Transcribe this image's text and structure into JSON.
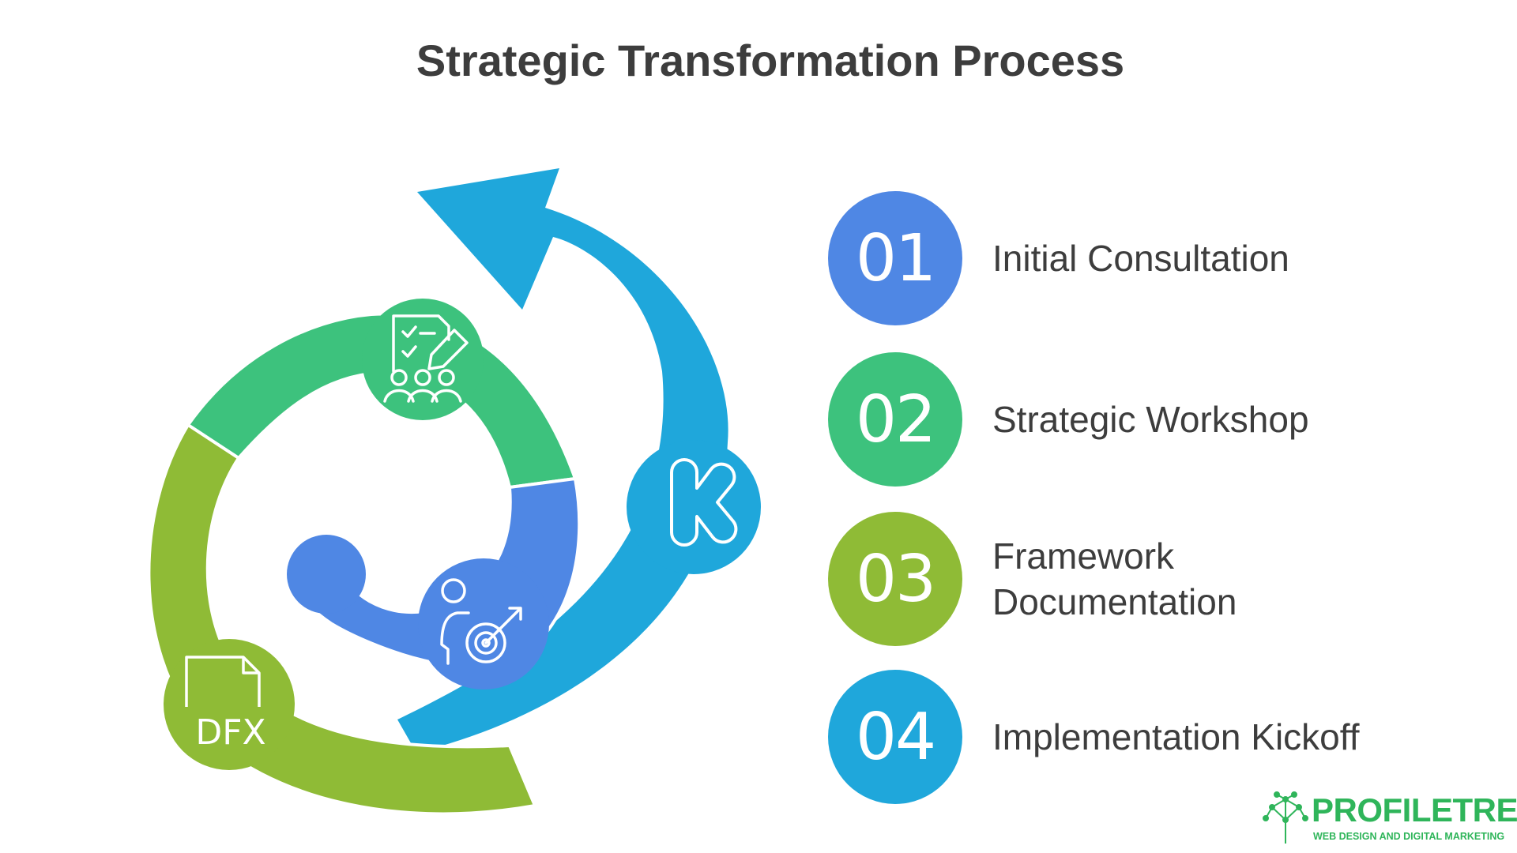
{
  "title": "Strategic Transformation Process",
  "steps": [
    {
      "number": "01",
      "label": "Initial Consultation",
      "color": "#4f87e4"
    },
    {
      "number": "02",
      "label": "Strategic Workshop",
      "color": "#3dc27d"
    },
    {
      "number": "03",
      "label": "Framework Documentation",
      "color": "#8fbb36"
    },
    {
      "number": "04",
      "label": "Implementation Kickoff",
      "color": "#1fa7db"
    }
  ],
  "spiral_icons": [
    {
      "icon": "person-target-icon",
      "step": "01"
    },
    {
      "icon": "checklist-team-icon",
      "step": "02"
    },
    {
      "icon": "dfx-file-icon",
      "step": "03",
      "label": "DFX"
    },
    {
      "icon": "kickstarter-k-icon",
      "step": "04"
    }
  ],
  "logo": {
    "name": "PROFILETREE",
    "tagline": "WEB DESIGN AND DIGITAL MARKETING",
    "color": "#2fb55a"
  }
}
